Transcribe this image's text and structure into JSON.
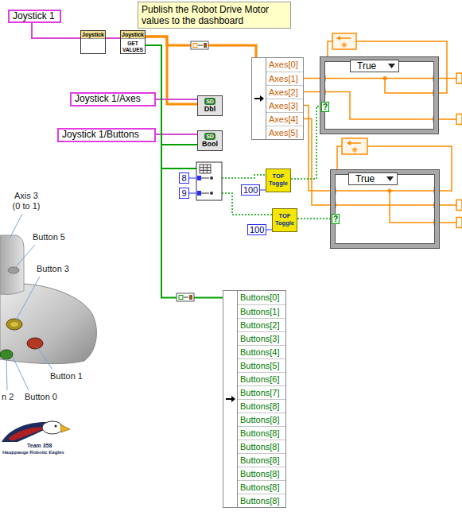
{
  "diagram": {
    "nodes": [
      {
        "text": [
          "Joystick 1"
        ]
      },
      {
        "text": [
          "Publish the Robot Drive Motor values to the dashboard"
        ]
      },
      {
        "text": [
          "Joystick"
        ]
      },
      {
        "text": [
          "Joystick",
          "GET VALUES"
        ]
      },
      {
        "text": [
          "Joystick 1/Axes"
        ]
      },
      {
        "text": [
          "Joystick 1/Buttons"
        ]
      },
      {
        "text": [
          "SD",
          "Dbl"
        ]
      },
      {
        "text": [
          "SD",
          "Bool"
        ]
      },
      {
        "text": [
          "Axes[0]",
          "Axes[1]",
          "Axes[2]",
          "Axes[3]",
          "Axes[4]",
          "Axes[5]"
        ]
      },
      {
        "text": [
          "True"
        ]
      },
      {
        "text": [
          "True"
        ]
      },
      {
        "text": [
          "8"
        ]
      },
      {
        "text": [
          "9"
        ]
      },
      {
        "text": [
          "TOF Toggle"
        ]
      },
      {
        "text": [
          "100"
        ]
      },
      {
        "text": [
          "TOF Toggle"
        ]
      },
      {
        "text": [
          "100"
        ]
      },
      {
        "text": [
          "Buttons[0]",
          "Buttons[1]",
          "Buttons[2]",
          "Buttons[3]",
          "Buttons[4]",
          "Buttons[5]",
          "Buttons[6]",
          "Buttons[7]",
          "Buttons[8]",
          "Buttons[8]",
          "Buttons[8]",
          "Buttons[8]",
          "Buttons[8]",
          "Buttons[8]",
          "Buttons[8]",
          "Buttons[8]"
        ]
      }
    ],
    "edges": [
      {
        "from": 0,
        "to": 2,
        "arrow": "none"
      },
      {
        "from": 2,
        "to": 3,
        "arrow": "none"
      },
      {
        "from": 3,
        "to": 8,
        "arrow": "none"
      },
      {
        "from": 3,
        "to": 6,
        "arrow": "none"
      },
      {
        "from": 4,
        "to": 6,
        "arrow": "none"
      },
      {
        "from": 5,
        "to": 7,
        "arrow": "none"
      },
      {
        "from": 3,
        "to": 7,
        "arrow": "none"
      },
      {
        "from": 3,
        "to": 17,
        "arrow": "none"
      },
      {
        "from": 8,
        "to": 9,
        "arrow": "none"
      },
      {
        "from": 8,
        "to": 9,
        "arrow": "none"
      },
      {
        "from": 8,
        "to": 10,
        "arrow": "none"
      },
      {
        "from": 8,
        "to": 10,
        "arrow": "none"
      },
      {
        "from": 13,
        "to": 9,
        "arrow": "none"
      },
      {
        "from": 15,
        "to": 10,
        "arrow": "none"
      },
      {
        "from": 14,
        "to": 13,
        "arrow": "none"
      },
      {
        "from": 16,
        "to": 15,
        "arrow": "none"
      }
    ],
    "labels": [
      "Axis 3 (0 to 1)",
      "Button 5",
      "Button 3",
      "Button 1",
      "n 2",
      "Button 0",
      "Team 358",
      "Hauppauge Robotic Eagles",
      "?",
      "?"
    ]
  }
}
